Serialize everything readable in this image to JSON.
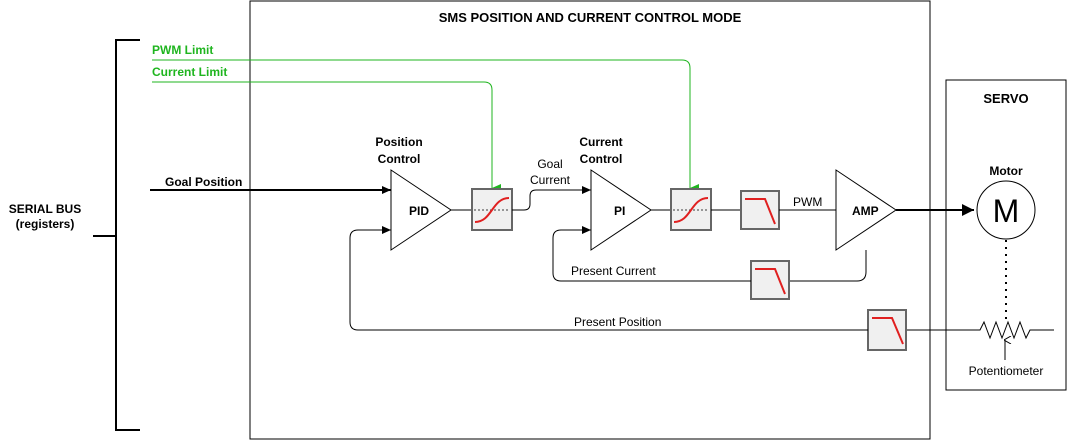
{
  "diagram": {
    "title": "SMS POSITION AND CURRENT CONTROL MODE",
    "serial_bus": {
      "line1": "SERIAL BUS",
      "line2": "(registers)"
    },
    "inputs": {
      "pwm_limit": "PWM Limit",
      "current_limit": "Current Limit",
      "goal_position": "Goal Position"
    },
    "position_control": {
      "line1": "Position",
      "line2": "Control",
      "block": "PID"
    },
    "goal_current": {
      "line1": "Goal",
      "line2": "Current"
    },
    "current_control": {
      "line1": "Current",
      "line2": "Control",
      "block": "PI"
    },
    "pwm_label": "PWM",
    "amp_label": "AMP",
    "present_current": "Present Current",
    "present_position": "Present Position",
    "servo": {
      "title": "SERVO",
      "motor_label": "Motor",
      "motor_symbol": "M",
      "potentiometer": "Potentiometer"
    },
    "colors": {
      "limit_lines": "#1fb51f",
      "filter_curves": "#e02020",
      "block_fill": "#f0f0f0"
    }
  }
}
